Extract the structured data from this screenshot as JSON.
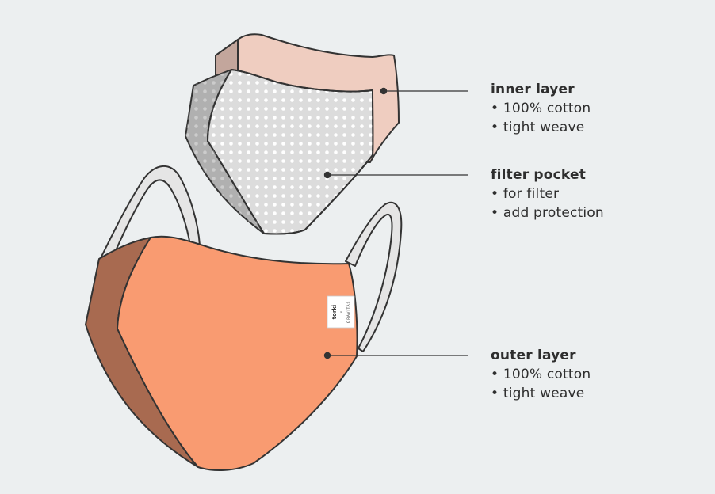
{
  "labels": {
    "inner": {
      "title": "inner layer",
      "items": [
        "100% cotton",
        "tight weave"
      ]
    },
    "filter": {
      "title": "filter pocket",
      "items": [
        "for filter",
        "add protection"
      ]
    },
    "outer": {
      "title": "outer layer",
      "items": [
        "100% cotton",
        "tight weave"
      ]
    }
  },
  "tag": {
    "brand": "torki",
    "by": "x",
    "maker": "GRAVITAS"
  },
  "colors": {
    "background": "#eceff0",
    "inner_layer": "#efcdc0",
    "inner_layer_side": "#c3a69c",
    "filter_pocket": "#dadada",
    "filter_pocket_side": "#b0b0b0",
    "outer_layer": "#f99b71",
    "outer_layer_side": "#a86a50",
    "ear_loop": "#e5e5e5",
    "outline": "#333333"
  }
}
